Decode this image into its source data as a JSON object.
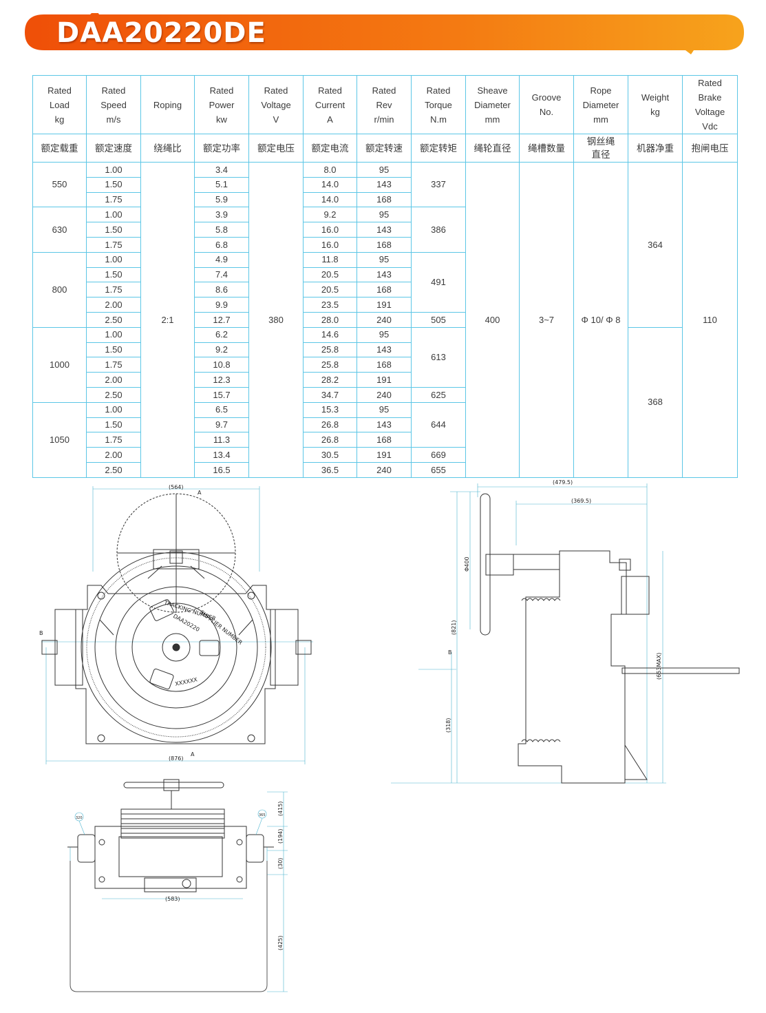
{
  "title": "DAA20220DE",
  "colors": {
    "banner_start": "#f25a0a",
    "banner_end": "#f6a21a",
    "grid": "#5bc6e6",
    "dim_line": "#4bb3cf"
  },
  "headers_en": [
    [
      "Rated",
      "Load",
      "kg"
    ],
    [
      "Rated",
      "Speed",
      "m/s"
    ],
    [
      "Roping"
    ],
    [
      "Rated",
      "Power",
      "kw"
    ],
    [
      "Rated",
      "Voltage",
      "V"
    ],
    [
      "Rated",
      "Current",
      "A"
    ],
    [
      "Rated",
      "Rev",
      "r/min"
    ],
    [
      "Rated",
      "Torque",
      "N.m"
    ],
    [
      "Sheave",
      "Diameter",
      "mm"
    ],
    [
      "Groove",
      "No."
    ],
    [
      "Rope",
      "Diameter",
      "mm"
    ],
    [
      "Weight",
      "kg"
    ],
    [
      "Rated",
      "Brake",
      "Voltage",
      "Vdc"
    ]
  ],
  "headers_cn": [
    "额定载重",
    "额定速度",
    "绕绳比",
    "额定功率",
    "额定电压",
    "额定电流",
    "额定转速",
    "额定转矩",
    "绳轮直径",
    "绳槽数量",
    [
      "钢丝绳",
      "直径"
    ],
    "机器净重",
    "抱闸电压"
  ],
  "rows": [
    {
      "speed": "1.00",
      "power": "3.4",
      "current": "8.0",
      "rev": "95"
    },
    {
      "speed": "1.50",
      "power": "5.1",
      "current": "14.0",
      "rev": "143"
    },
    {
      "speed": "1.75",
      "power": "5.9",
      "current": "14.0",
      "rev": "168"
    },
    {
      "speed": "1.00",
      "power": "3.9",
      "current": "9.2",
      "rev": "95"
    },
    {
      "speed": "1.50",
      "power": "5.8",
      "current": "16.0",
      "rev": "143"
    },
    {
      "speed": "1.75",
      "power": "6.8",
      "current": "16.0",
      "rev": "168"
    },
    {
      "speed": "1.00",
      "power": "4.9",
      "current": "11.8",
      "rev": "95"
    },
    {
      "speed": "1.50",
      "power": "7.4",
      "current": "20.5",
      "rev": "143"
    },
    {
      "speed": "1.75",
      "power": "8.6",
      "current": "20.5",
      "rev": "168"
    },
    {
      "speed": "2.00",
      "power": "9.9",
      "current": "23.5",
      "rev": "191"
    },
    {
      "speed": "2.50",
      "power": "12.7",
      "current": "28.0",
      "rev": "240"
    },
    {
      "speed": "1.00",
      "power": "6.2",
      "current": "14.6",
      "rev": "95"
    },
    {
      "speed": "1.50",
      "power": "9.2",
      "current": "25.8",
      "rev": "143"
    },
    {
      "speed": "1.75",
      "power": "10.8",
      "current": "25.8",
      "rev": "168"
    },
    {
      "speed": "2.00",
      "power": "12.3",
      "current": "28.2",
      "rev": "191"
    },
    {
      "speed": "2.50",
      "power": "15.7",
      "current": "34.7",
      "rev": "240"
    },
    {
      "speed": "1.00",
      "power": "6.5",
      "current": "15.3",
      "rev": "95"
    },
    {
      "speed": "1.50",
      "power": "9.7",
      "current": "26.8",
      "rev": "143"
    },
    {
      "speed": "1.75",
      "power": "11.3",
      "current": "26.8",
      "rev": "168"
    },
    {
      "speed": "2.00",
      "power": "13.4",
      "current": "30.5",
      "rev": "191"
    },
    {
      "speed": "2.50",
      "power": "16.5",
      "current": "36.5",
      "rev": "240"
    }
  ],
  "loads": [
    "550",
    "630",
    "800",
    "1000",
    "1050"
  ],
  "torques": [
    "337",
    "386",
    "491",
    "505",
    "613",
    "625",
    "644",
    "669",
    "655"
  ],
  "shared": {
    "roping": "2:1",
    "voltage": "380",
    "sheave": "400",
    "groove": "3~7",
    "rope": "Φ 10/ Φ 8",
    "brake": "110"
  },
  "weights": [
    "364",
    "368"
  ],
  "dimensions": {
    "front_width_top": "(564)",
    "front_width_bottom": "(876)",
    "section_mark": "A",
    "side_mark": "B",
    "side_overall": "(479.5)",
    "side_inner": "(369.5)",
    "side_height": "(821)",
    "side_sheave": "Φ400",
    "side_height_low": "(318)",
    "side_total": "(653MAX)",
    "top_h1": "(415)",
    "top_h2": "(194)",
    "top_h3": "(30)",
    "top_h4": "(425)",
    "top_w": "(583)",
    "top_bubble_left": "320",
    "top_bubble_right": "365"
  },
  "plate_text": [
    "TRACKING NUMBER",
    "SUPPLIER NUMBER",
    "DAA20220",
    "XXXXXX"
  ]
}
